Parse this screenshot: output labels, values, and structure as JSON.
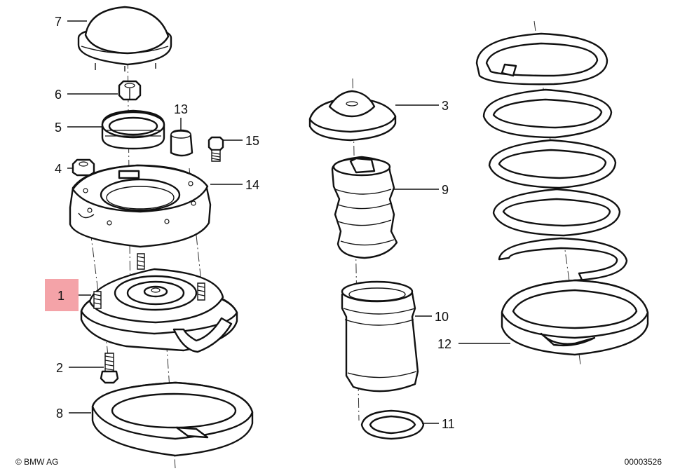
{
  "diagram": {
    "callouts": [
      {
        "id": "callout-7",
        "text": "7"
      },
      {
        "id": "callout-6",
        "text": "6"
      },
      {
        "id": "callout-5",
        "text": "5"
      },
      {
        "id": "callout-4",
        "text": "4"
      },
      {
        "id": "callout-13",
        "text": "13"
      },
      {
        "id": "callout-15",
        "text": "15"
      },
      {
        "id": "callout-14",
        "text": "14"
      },
      {
        "id": "callout-1",
        "text": "1"
      },
      {
        "id": "callout-2",
        "text": "2"
      },
      {
        "id": "callout-8",
        "text": "8"
      },
      {
        "id": "callout-3",
        "text": "3"
      },
      {
        "id": "callout-9",
        "text": "9"
      },
      {
        "id": "callout-10",
        "text": "10"
      },
      {
        "id": "callout-11",
        "text": "11"
      },
      {
        "id": "callout-12",
        "text": "12"
      }
    ],
    "highlight_color": "#f4a3a8",
    "copyright": "© BMW AG",
    "drawing_number": "00003526"
  }
}
